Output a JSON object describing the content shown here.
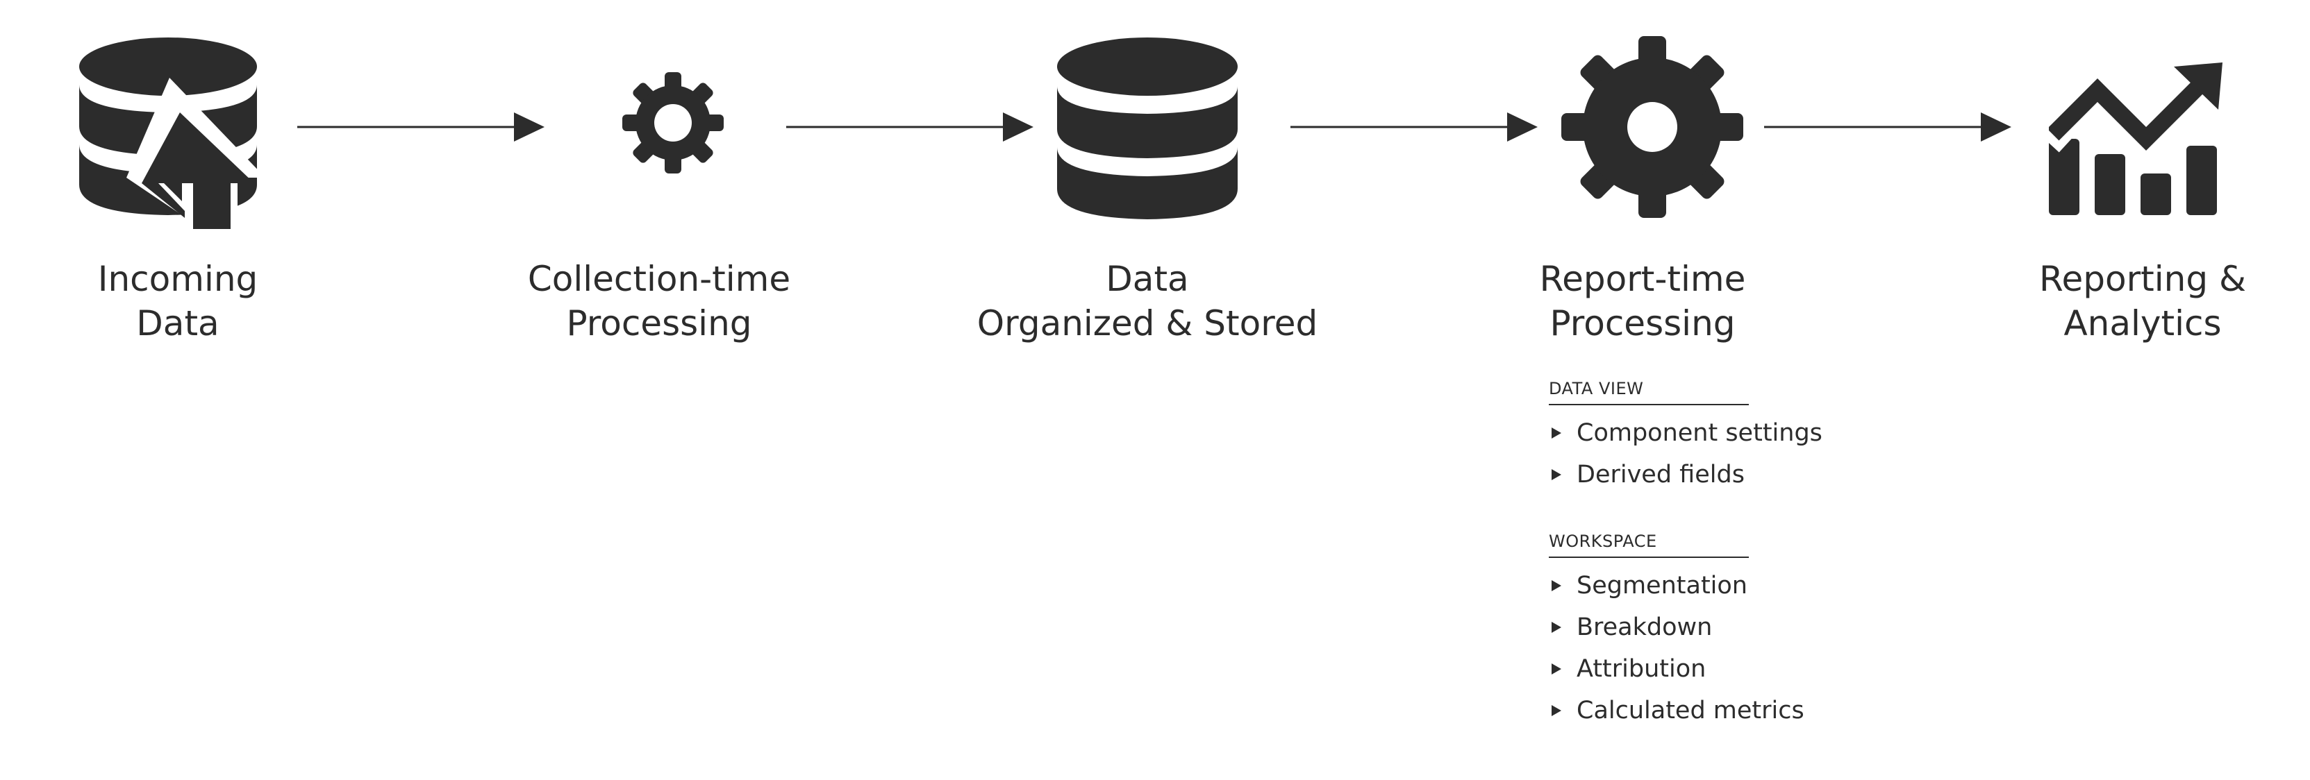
{
  "colors": {
    "ink": "#2c2c2c",
    "background": "#ffffff"
  },
  "steps": [
    {
      "icon": "database-upload-icon",
      "label_lines": [
        "Incoming",
        "Data"
      ]
    },
    {
      "icon": "gear-icon",
      "label_lines": [
        "Collection-time",
        "Processing"
      ]
    },
    {
      "icon": "database-icon",
      "label_lines": [
        "Data",
        "Organized & Stored"
      ]
    },
    {
      "icon": "gear-icon",
      "label_lines": [
        "Report-time",
        "Processing"
      ]
    },
    {
      "icon": "trend-chart-icon",
      "label_lines": [
        "Reporting &",
        "Analytics"
      ]
    }
  ],
  "connectors": [
    {
      "from": "Incoming Data",
      "to": "Collection-time Processing"
    },
    {
      "from": "Collection-time Processing",
      "to": "Data Organized & Stored"
    },
    {
      "from": "Data Organized & Stored",
      "to": "Report-time Processing"
    },
    {
      "from": "Report-time Processing",
      "to": "Reporting & Analytics"
    }
  ],
  "report_time_details": {
    "data_view": {
      "title": "DATA VIEW",
      "items": [
        "Component settings",
        "Derived fields"
      ]
    },
    "workspace": {
      "title": "WORKSPACE",
      "items": [
        "Segmentation",
        "Breakdown",
        "Attribution",
        "Calculated metrics"
      ]
    }
  }
}
